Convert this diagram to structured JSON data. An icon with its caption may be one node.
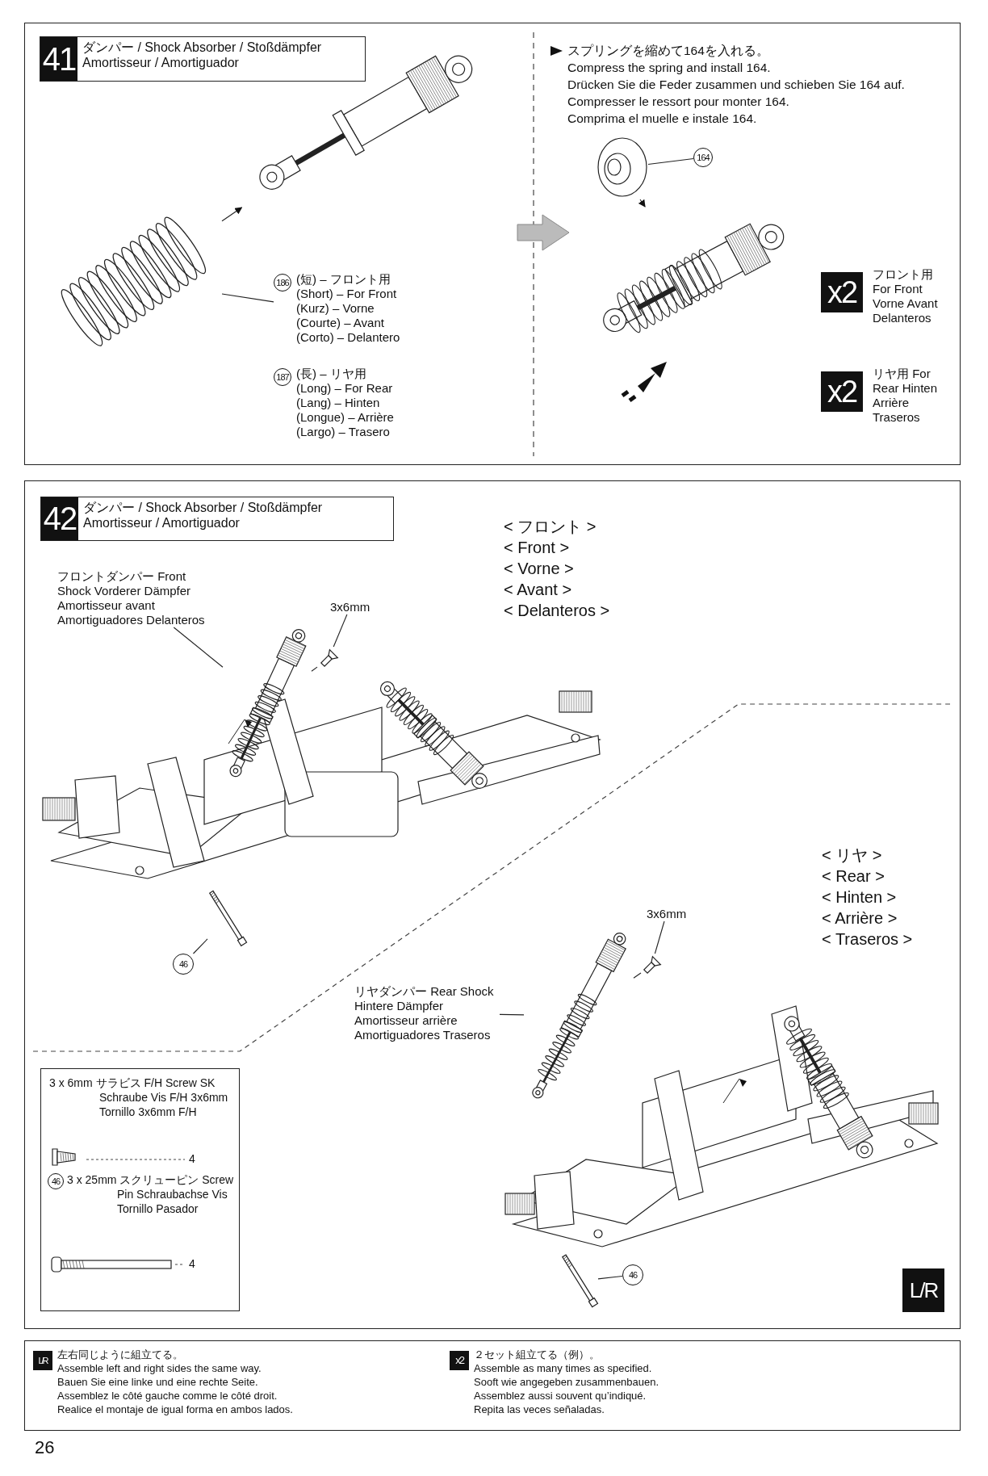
{
  "diagram": {
    "nodes": [
      {
        "text": [],
        "shape": "box"
      },
      {
        "text": [
          "41",
          "ダンパー / Shock Absorber / Stoßdämpfer Amortisseur / Amortiguador"
        ],
        "in": 0
      },
      {
        "text": [],
        "shape": "picture",
        "in": 0
      },
      {
        "text": [],
        "shape": "picture",
        "in": 0
      },
      {
        "text": [
          "186",
          "(短) – フロント用 (Short) – For Front (Kurz) – Vorne (Courte) – Avant (Corto) – Delantero"
        ],
        "in": 0
      },
      {
        "text": [],
        "shape": "picture",
        "in": 0
      },
      {
        "text": [
          "164"
        ],
        "in": 0
      },
      {
        "text": [],
        "shape": "picture",
        "in": 0
      },
      {
        "text": [
          "x2",
          "フロント用 For Front Vorne Avant Delanteros"
        ],
        "in": 0
      },
      {
        "text": [
          "x2",
          "リヤ用 For Rear Hinten Arrière Traseros"
        ],
        "in": 0
      },
      {
        "text": [],
        "shape": "box"
      },
      {
        "text": [
          "42",
          "ダンパー / Shock Absorber / Stoßdämpfer Amortisseur / Amortiguador"
        ],
        "in": 10
      },
      {
        "text": [],
        "shape": "picture",
        "in": 10
      },
      {
        "text": [],
        "shape": "picture",
        "in": 10
      },
      {
        "text": [
          "フロントダンパー Front Shock Vorderer Dämpfer Amortisseur avant Amortiguadores Delanteros"
        ],
        "in": 10
      },
      {
        "text": [
          "3x6mm"
        ],
        "in": 10
      },
      {
        "text": [],
        "shape": "picture",
        "in": 10
      },
      {
        "text": [
          "46"
        ],
        "in": 10
      },
      {
        "text": [],
        "shape": "picture",
        "in": 10
      },
      {
        "text": [],
        "shape": "picture",
        "in": 10
      },
      {
        "text": [],
        "shape": "picture",
        "in": 10
      },
      {
        "text": [
          "リヤダンパー Rear Shock Hintere Dämpfer Amortisseur arrière Amortiguadores Traseros"
        ],
        "in": 10
      },
      {
        "text": [
          "3x6mm"
        ],
        "in": 10
      },
      {
        "text": [],
        "shape": "picture",
        "in": 10
      },
      {
        "text": [
          "46"
        ],
        "in": 10
      },
      {
        "text": [],
        "shape": "picture",
        "in": 10
      },
      {
        "text": [
          "3 x 6mm サラビス F/H Screw SK Schraube Vis F/H 3x6mm Tornillo 3x6mm F/H",
          "4",
          "46",
          "3 x 25mm スクリューピン Screw Pin Schraubachse Vis Tornillo Pasador",
          "4"
        ],
        "in": 10
      },
      {
        "text": [
          "L/R",
          "左右同じように組立てる。 Assemble left and right sides the same way. Bauen Sie eine linke und eine rechte Seite. Assemblez le côté gauche comme le côté droit. Realice el montaje de igual forma en ambos lados.",
          "x2",
          "２セット組立てる（例）。 Assemble as many times as specified. Sooft wie angegeben zusammenbauen. Assemblez aussi souvent qu’indiqué. Repita las veces señaladas."
        ]
      },
      {
        "text": [
          "187",
          "(長) – リヤ用 (Long) – For Rear (Lang) – Hinten (Longue) – Arrière (Largo) – Trasero"
        ],
        "in": 0
      },
      {
        "text": [
          "L/R"
        ],
        "in": 10
      }
    ],
    "edges": [
      {
        "from": 3,
        "to": 2,
        "arrow": "to"
      },
      {
        "from": 4,
        "to": 3,
        "arrow": "none"
      },
      {
        "from": 6,
        "to": 5,
        "arrow": "none"
      },
      {
        "from": 5,
        "to": 7,
        "arrow": "to"
      },
      {
        "from": 14,
        "to": 13,
        "arrow": "none"
      },
      {
        "from": 15,
        "to": 16,
        "arrow": "none"
      },
      {
        "from": 16,
        "to": 13,
        "arrow": "none"
      },
      {
        "from": 17,
        "to": 18,
        "arrow": "none"
      },
      {
        "from": 21,
        "to": 20,
        "arrow": "none"
      },
      {
        "from": 22,
        "to": 23,
        "arrow": "none"
      },
      {
        "from": 23,
        "to": 20,
        "arrow": "none"
      },
      {
        "from": 24,
        "to": 25,
        "arrow": "none"
      }
    ],
    "labels": [
      "スプリングを縮めて164を入れる。",
      "Compress the spring and install 164.",
      "Drücken Sie die Feder zusammen und schieben Sie 164 auf.",
      "Compresser le ressort pour monter 164.",
      "Comprima el muelle e instale 164.",
      "< フロント >",
      "< Front >",
      "< Vorne >",
      "< Avant >",
      "< Delanteros >",
      "< リヤ >",
      "< Rear >",
      "< Hinten >",
      "< Arrière >",
      "< Traseros >",
      "26"
    ]
  }
}
